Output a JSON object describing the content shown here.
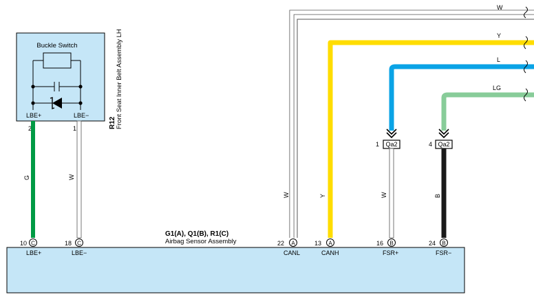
{
  "colors": {
    "component_fill": "#c5e6f7",
    "wire_green": "#009a44",
    "wire_yellow": "#ffdd00",
    "wire_blue": "#0aa3e6",
    "wire_light_green": "#88cc99",
    "wire_black": "#1a1a1a",
    "wire_white": "#ffffff"
  },
  "belt_assembly": {
    "code": "R12",
    "name": "Front Seat Inner Belt Assembly LH",
    "switch_label": "Buckle Switch",
    "pins": [
      {
        "num": "2",
        "label": "LBE+"
      },
      {
        "num": "1",
        "label": "LBE−"
      }
    ]
  },
  "sensor_assembly": {
    "code": "G1(A), Q1(B), R1(C)",
    "name": "Airbag Sensor Assembly",
    "pins": [
      {
        "num": "10",
        "conn": "C",
        "label": "LBE+"
      },
      {
        "num": "18",
        "conn": "C",
        "label": "LBE−"
      },
      {
        "num": "22",
        "conn": "A",
        "label": "CANL"
      },
      {
        "num": "13",
        "conn": "A",
        "label": "CANH"
      },
      {
        "num": "16",
        "conn": "B",
        "label": "FSR+"
      },
      {
        "num": "24",
        "conn": "B",
        "label": "FSR−"
      }
    ]
  },
  "wire_colors": {
    "lbe_plus": "G",
    "lbe_minus": "W",
    "canl": "W",
    "canh": "Y",
    "fsr_plus": "W",
    "fsr_minus": "B",
    "top_w": "W",
    "top_y": "Y",
    "top_l": "L",
    "top_lg": "LG"
  },
  "connectors": [
    {
      "num": "1",
      "name": "Qa2"
    },
    {
      "num": "4",
      "name": "Qa2"
    }
  ]
}
